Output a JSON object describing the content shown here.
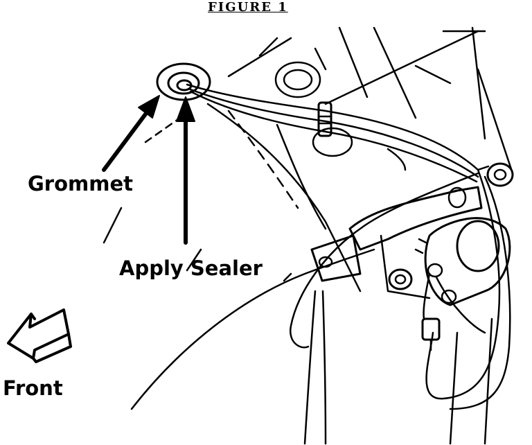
{
  "figure": {
    "caption": "FIGURE 1",
    "labels": {
      "grommet": "Grommet",
      "apply_sealer": "Apply Sealer",
      "front": "Front"
    }
  },
  "colors": {
    "ink": "#000000",
    "paper": "#ffffff"
  }
}
